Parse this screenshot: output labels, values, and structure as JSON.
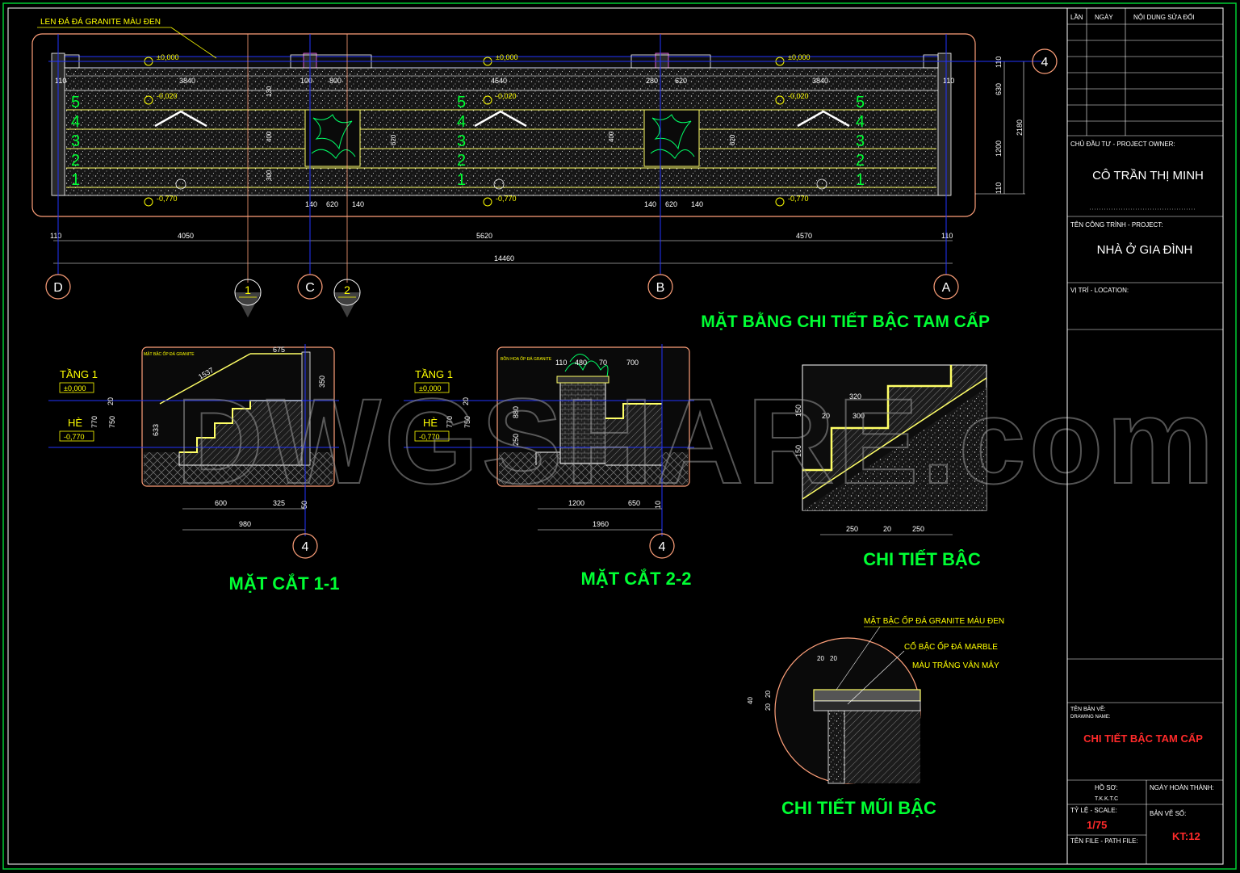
{
  "colors": {
    "background": "#000000",
    "title_green": "#00ff33",
    "red": "#ff2a2a",
    "yellow": "#ffff00",
    "salmon": "#ffa07a",
    "blue": "#2233ff",
    "magenta": "#ff00ff"
  },
  "watermark": "DWGSHARE.com",
  "plan": {
    "title": "MẶT BẰNG CHI TIẾT BẬC TAM CẤP",
    "note": "LEN ĐÁ ĐÁ GRANITE MÀU ĐEN",
    "levels": [
      "±0,000",
      "-0,020",
      "-0,770"
    ],
    "spans": [
      "3840",
      "4540",
      "3840"
    ],
    "small_dims": [
      "110",
      "100",
      "800",
      "280",
      "620"
    ],
    "step_numbers": [
      "5",
      "4",
      "3",
      "2",
      "1"
    ],
    "right_dims": [
      "110",
      "630",
      "1200",
      "110",
      "2180"
    ],
    "planter_dims": [
      "140",
      "620",
      "140"
    ],
    "planter_vert": [
      "130",
      "400",
      "620",
      "300"
    ],
    "bottom_dims": [
      "110",
      "4050",
      "5620",
      "4570",
      "110"
    ],
    "total": "14460",
    "axes": [
      "D",
      "C",
      "B",
      "A"
    ],
    "section_marks": [
      "1",
      "2"
    ],
    "axis_right": "4"
  },
  "section11": {
    "title": "MẶT CẮT 1-1",
    "tang": "TẦNG 1",
    "tang_level": "±0,000",
    "he": "HÈ",
    "he_level": "-0,770",
    "note": "MẶT BẬC ỐP ĐÁ GRANITE",
    "dims": {
      "top": "675",
      "slope": "1537",
      "right": "350",
      "h633": "633",
      "h20": "20",
      "h770": "770",
      "h750": "750",
      "b600": "600",
      "b325": "325",
      "b50": "50",
      "b980": "980"
    },
    "axis": "4"
  },
  "section22": {
    "title": "MẶT CẮT 2-2",
    "tang": "TẦNG 1",
    "tang_level": "±0,000",
    "he": "HÈ",
    "he_level": "-0,770",
    "note": "BỒN HOA ỐP ĐÁ GRANITE",
    "dims": {
      "t110": "110",
      "t480": "480",
      "t70": "70",
      "t700": "700",
      "h880": "880",
      "h20": "20",
      "h770": "770",
      "h750": "750",
      "h250": "250",
      "b1200": "1200",
      "b650": "650",
      "b10": "10",
      "b1960": "1960"
    },
    "axis": "4"
  },
  "step_detail": {
    "title": "CHI TIẾT BẬC",
    "dims": {
      "d320": "320",
      "d300": "300",
      "d20": "20",
      "d150a": "150",
      "d150b": "150",
      "b250a": "250",
      "b20": "20",
      "b250b": "250"
    }
  },
  "nosing_detail": {
    "title": "CHI TIẾT MŨI BẬC",
    "note1": "MẶT BẬC ỐP ĐÁ GRANITE MÀU ĐEN",
    "note2": "CỔ BẬC ỐP ĐÁ MARBLE",
    "note3": "MÀU TRẮNG VÂN MÂY",
    "dims": {
      "t1": "20",
      "t2": "20",
      "v40": "40",
      "v20a": "20",
      "v20b": "20"
    }
  },
  "title_block": {
    "rev_headers": [
      "LẦN",
      "NGÀY",
      "NỘI DUNG SỬA ĐỔI"
    ],
    "owner_label": "CHỦ ĐẦU TƯ - PROJECT OWNER:",
    "owner": "CÔ TRẦN THỊ MINH",
    "project_label": "TÊN CÔNG TRÌNH - PROJECT:",
    "project": "NHÀ Ở GIA ĐÌNH",
    "location_label": "VỊ TRÍ - LOCATION:",
    "drawing_label": "TÊN BẢN VẼ:",
    "drawing_label2": "DRAWING NAME:",
    "drawing_name": "CHI TIẾT BẬC TAM CẤP",
    "hoso_label": "HỒ SƠ:",
    "hoso": "T.K.K.T.C",
    "date_label": "NGÀY HOÀN THÀNH:",
    "scale_label": "TỶ LỆ - SCALE:",
    "scale": "1/75",
    "sheet_label": "BẢN VẼ SỐ:",
    "sheet_no": "KT:12",
    "file_label": "TÊN FILE - PATH FILE:"
  }
}
